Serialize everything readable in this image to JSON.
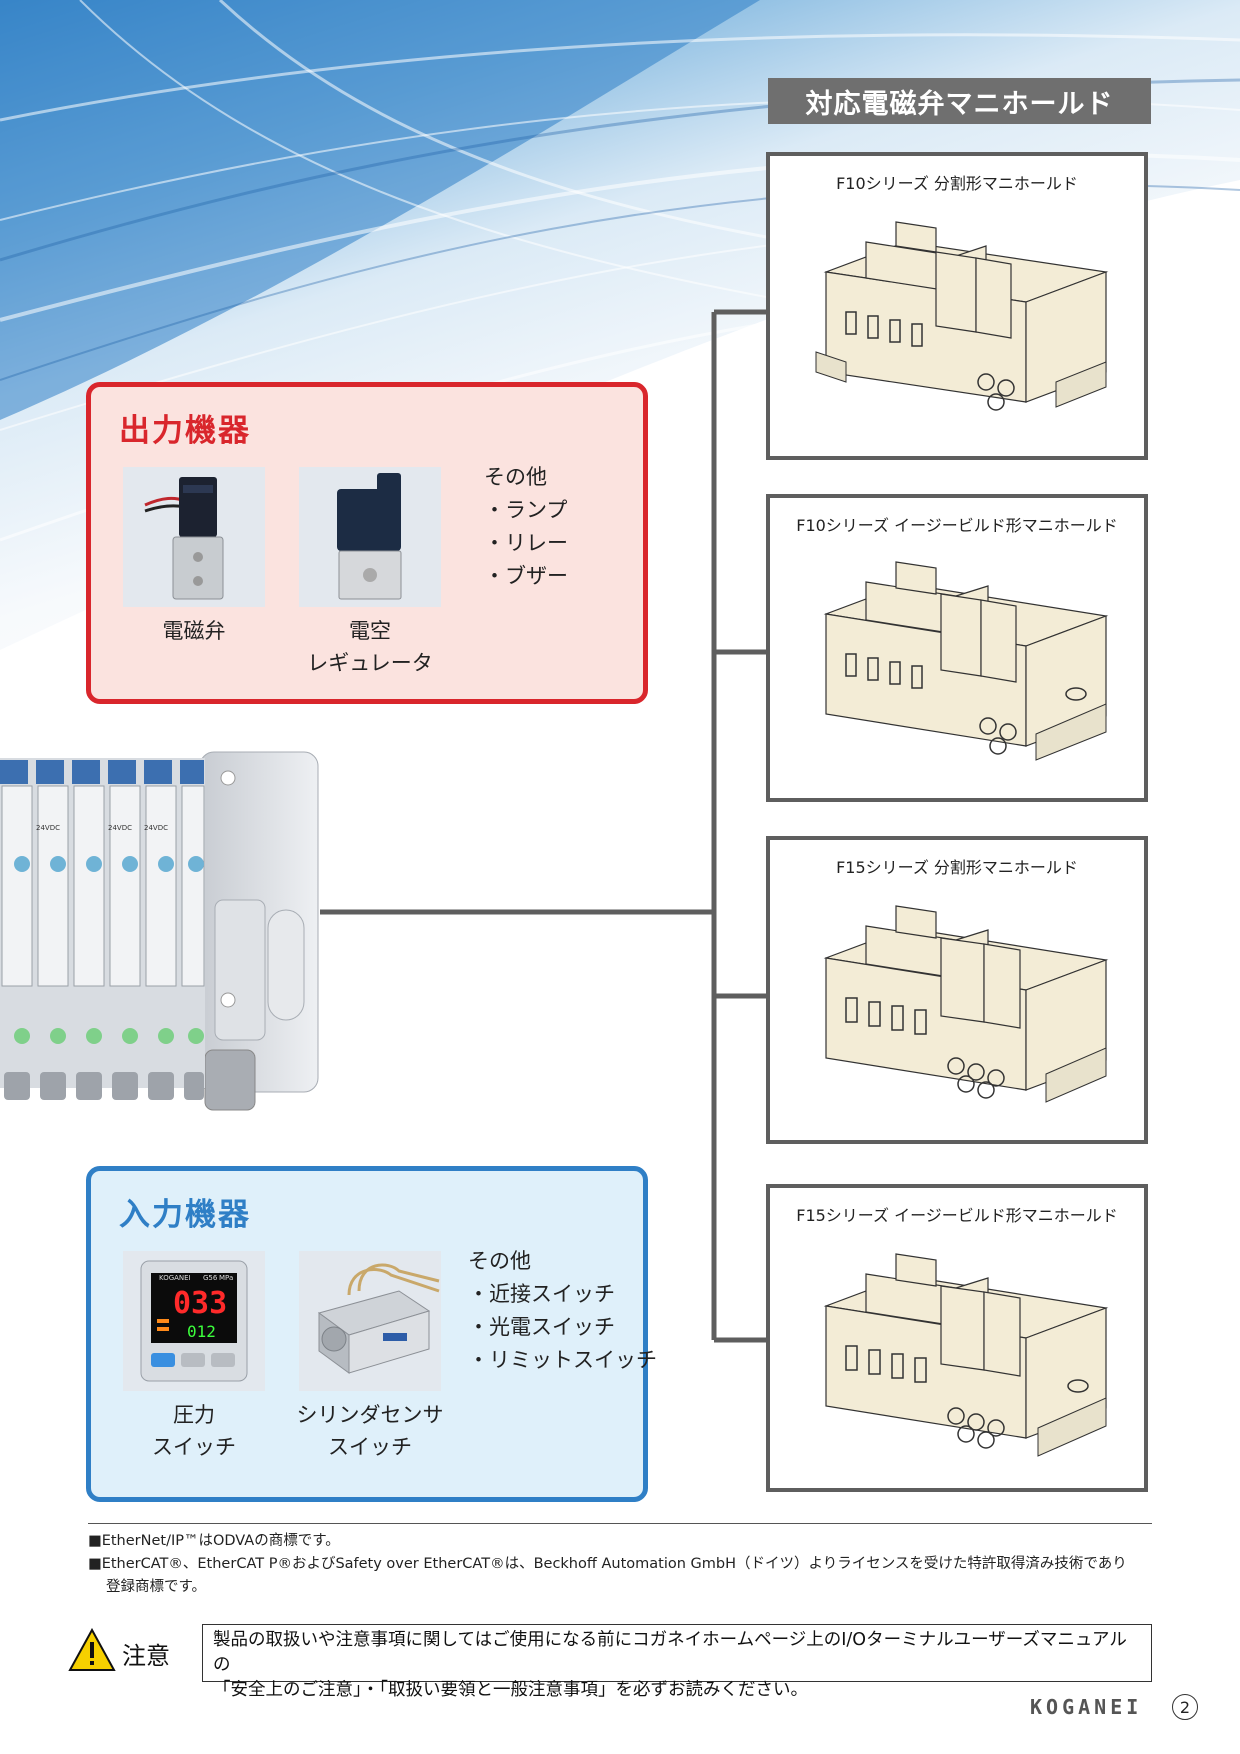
{
  "header": {
    "title": "対応電磁弁マニホールド"
  },
  "manifolds": [
    {
      "caption": "F10シリーズ 分割形マニホールド"
    },
    {
      "caption": "F10シリーズ イージービルド形マニホールド"
    },
    {
      "caption": "F15シリーズ 分割形マニホールド"
    },
    {
      "caption": "F15シリーズ イージービルド形マニホールド"
    }
  ],
  "output": {
    "title": "出力機器",
    "items": [
      {
        "label1": "電磁弁",
        "label2": ""
      },
      {
        "label1": "電空",
        "label2": "レギュレータ"
      }
    ],
    "others": [
      "その他",
      "・ランプ",
      "・リレー",
      "・ブザー"
    ]
  },
  "input": {
    "title": "入力機器",
    "items": [
      {
        "label1": "圧力",
        "label2": "スイッチ"
      },
      {
        "label1": "シリンダセンサ",
        "label2": "スイッチ"
      }
    ],
    "others": [
      "その他",
      "・近接スイッチ",
      "・光電スイッチ",
      "・リミットスイッチ"
    ]
  },
  "pressure_display": {
    "brand": "KOGANEI",
    "model": "G56",
    "unit": "MPa",
    "main": "033",
    "sub": "012"
  },
  "io_module_label": "24VDC",
  "notes": [
    "■EtherNet/IP™はODVAの商標です。",
    "■EtherCAT®、EtherCAT P®およびSafety over EtherCAT®は、Beckhoff Automation GmbH（ドイツ）よりライセンスを受けた特許取得済み技術であり",
    "登録商標です。"
  ],
  "caution": {
    "label": "注意",
    "line1": "製品の取扱いや注意事項に関してはご使用になる前にコガネイホームページ上のI/Oターミナルユーザーズマニュアルの",
    "line2": "「安全上のご注意」・「取扱い要領と一般注意事項」を必ずお読みください。"
  },
  "footer": {
    "logo": "KOGANEI",
    "page": "2"
  },
  "colors": {
    "output_accent": "#d9262c",
    "input_accent": "#2f7fc6",
    "header_bg": "#6f6f6f",
    "connector": "#5e5e5e"
  }
}
